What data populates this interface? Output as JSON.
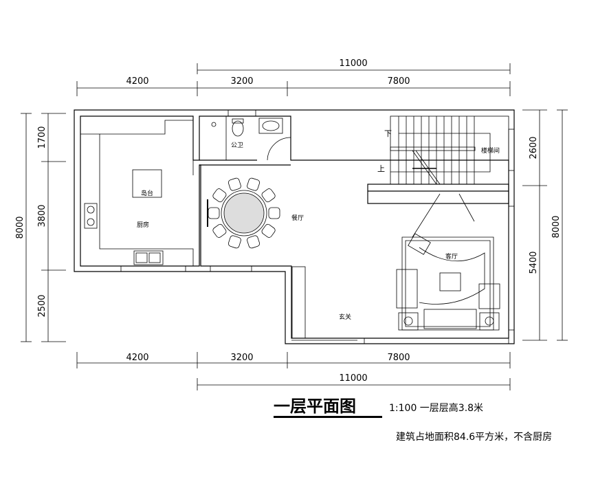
{
  "dimensions": {
    "top_total": "11000",
    "top_left": "4200",
    "top_mid": "3200",
    "top_right": "7800",
    "bottom_left": "4200",
    "bottom_mid": "3200",
    "bottom_right": "7800",
    "bottom_total": "11000",
    "left_total": "8000",
    "left_top": "1700",
    "left_mid": "3800",
    "left_bottom": "2500",
    "right_top": "2600",
    "right_bottom": "5400",
    "right_total": "8000"
  },
  "rooms": {
    "island": "岛台",
    "kitchen": "厨房",
    "toilet": "公卫",
    "dining": "餐厅",
    "stair": "楼梯间",
    "down": "下",
    "up": "上",
    "living": "客厅",
    "foyer": "玄关"
  },
  "title": {
    "main": "一层平面图",
    "scale": "1:100 一层层高3.8米",
    "note": "建筑占地面积84.6平方米，不含厨房"
  }
}
